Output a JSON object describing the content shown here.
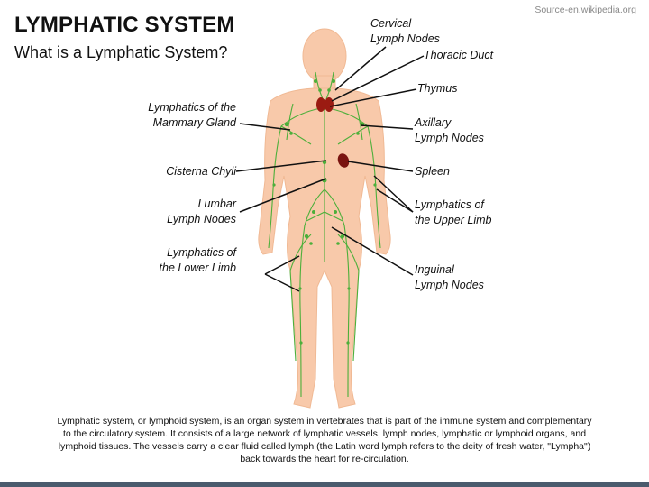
{
  "header": {
    "title": "LYMPHATIC SYSTEM",
    "subtitle": "What is a Lymphatic System?",
    "source": "Source-en.wikipedia.org"
  },
  "labels": {
    "cervical": "Cervical\nLymph Nodes",
    "thoracic_duct": "Thoracic Duct",
    "thymus": "Thymus",
    "mammary": "Lymphatics of the\nMammary Gland",
    "axillary": "Axillary\nLymph Nodes",
    "cisterna": "Cisterna Chyli",
    "spleen": "Spleen",
    "lumbar": "Lumbar\nLymph Nodes",
    "upper_limb": "Lymphatics of\nthe Upper Limb",
    "lower_limb": "Lymphatics of\nthe Lower Limb",
    "inguinal": "Inguinal\nLymph Nodes"
  },
  "description": "Lymphatic system, or lymphoid system, is an organ system in vertebrates that is part of the immune system and complementary to the circulatory system. It consists of a large network of lymphatic vessels, lymph nodes, lymphatic or lymphoid organs, and lymphoid tissues. The vessels carry a clear fluid called lymph (the Latin word lymph refers to the deity of fresh water, \"Lympha\") back towards the heart for re-circulation.",
  "colors": {
    "skin": "#f8c9aa",
    "lymph": "#4caf3a",
    "organ": "#8b1a12",
    "bar": "#4a5b6d"
  }
}
